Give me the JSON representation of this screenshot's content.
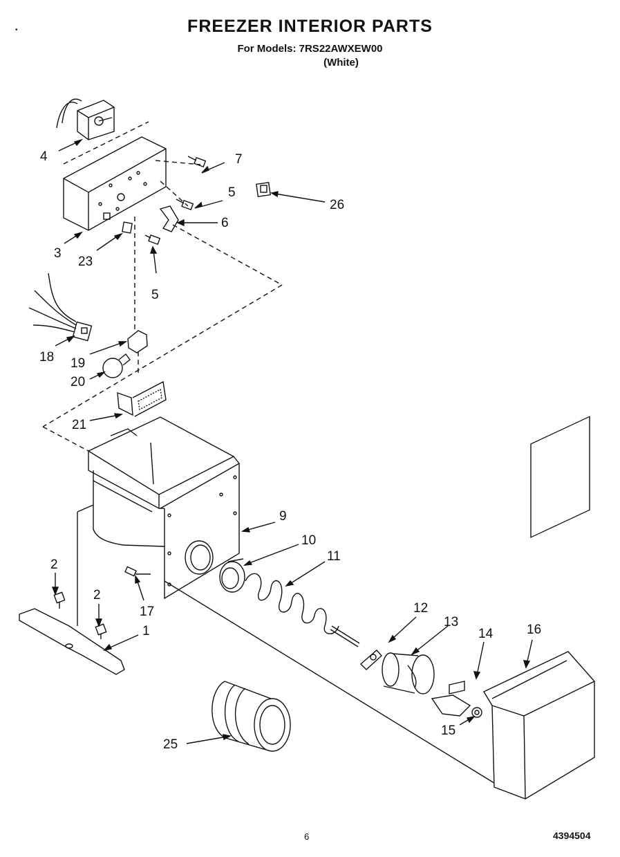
{
  "header": {
    "title": "FREEZER INTERIOR PARTS",
    "models_line": "For Models: 7RS22AWXEW00",
    "color_line": "(White)"
  },
  "footer": {
    "page_number": "6",
    "doc_code": "4394504"
  },
  "callouts": {
    "c1": "1",
    "c2a": "2",
    "c2b": "2",
    "c3": "3",
    "c4": "4",
    "c5a": "5",
    "c5b": "5",
    "c6": "6",
    "c7": "7",
    "c9": "9",
    "c10": "10",
    "c11": "11",
    "c12": "12",
    "c13": "13",
    "c14": "14",
    "c15": "15",
    "c16": "16",
    "c17": "17",
    "c18": "18",
    "c19": "19",
    "c20": "20",
    "c21": "21",
    "c23": "23",
    "c25": "25",
    "c26": "26"
  }
}
